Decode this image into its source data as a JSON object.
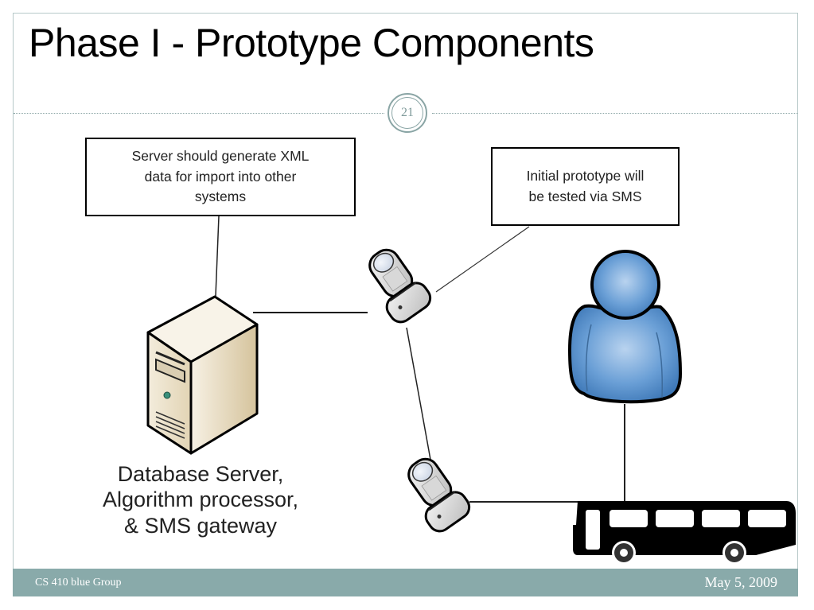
{
  "slide": {
    "title": "Phase I - Prototype Components",
    "number": "21"
  },
  "diagram": {
    "callouts": {
      "xml": [
        "Server should generate XML",
        "data for import into other",
        "systems"
      ],
      "sms": [
        "Initial prototype will",
        "be tested via SMS"
      ]
    },
    "server_label": [
      "Database Server,",
      "Algorithm processor,",
      "& SMS gateway"
    ],
    "nodes": [
      {
        "id": "server",
        "icon": "server-tower-icon"
      },
      {
        "id": "phone-top",
        "icon": "flip-phone-icon"
      },
      {
        "id": "phone-bottom",
        "icon": "flip-phone-icon"
      },
      {
        "id": "user",
        "icon": "person-icon"
      },
      {
        "id": "bus",
        "icon": "bus-icon"
      }
    ],
    "colors": {
      "accent": "#89aaaa",
      "user_blue": "#5b93cf",
      "server_beige": "#e9dfc8"
    }
  },
  "footer": {
    "left": "CS 410 blue Group",
    "right": "May 5, 2009"
  }
}
